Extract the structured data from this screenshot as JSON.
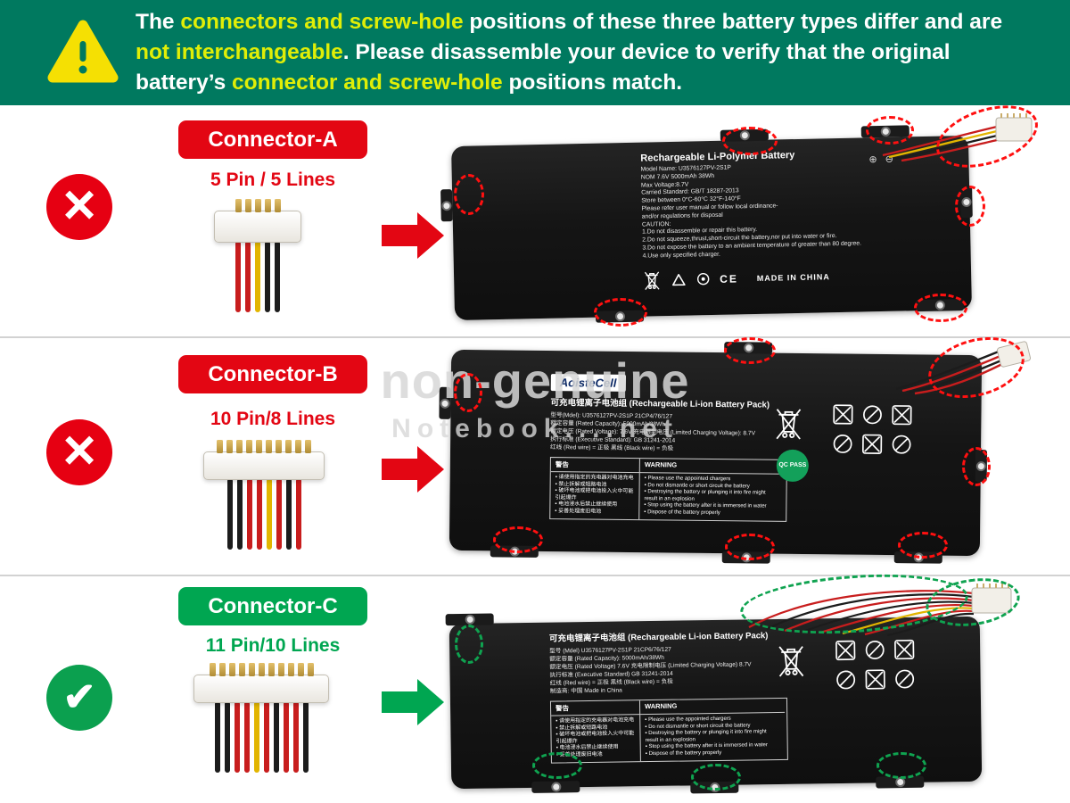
{
  "banner": {
    "bg_color": "#00795f",
    "highlight_color": "#e0ee07",
    "segments": [
      {
        "t": "The ",
        "hl": false
      },
      {
        "t": "connectors and screw-hole",
        "hl": true
      },
      {
        "t": " positions of these three battery types differ and are ",
        "hl": false
      },
      {
        "t": "not interchangeable",
        "hl": true
      },
      {
        "t": ". Please disassemble your device to verify that the original battery’s ",
        "hl": false
      },
      {
        "t": "connector and screw-hole",
        "hl": true
      },
      {
        "t": " positions match.",
        "hl": false
      }
    ]
  },
  "watermark": {
    "line1": "non-genuine",
    "line2": "Notebook....net"
  },
  "rows": [
    {
      "label": "Connector-A",
      "pins_label": "5 Pin / 5 Lines",
      "status": "not-compatible",
      "status_glyph": "×",
      "accent": "#e30613",
      "pin_count": 5,
      "wire_colors": [
        "#c81d1d",
        "#c81d1d",
        "#e2b500",
        "#1c1c1c",
        "#1c1c1c"
      ],
      "battery": {
        "title": "Rechargeable Li-Polymer Battery",
        "lines": [
          "Model Name: U3576127PV-2S1P",
          "NOM 7.6V 5000mAh 38Wh",
          "Max Voltage:8.7V",
          "Carried Standard: GB/T 18287-2013",
          "Store between 0°C-60°C 32°F-140°F",
          "Please refer user manual or follow local ordinance-",
          "and/or regulations for disposal",
          "CAUTION:",
          "1.Do not disassemble or repair this battery.",
          "2.Do not squeeze,thrust,short-circuit the battery,nor put into water or fire.",
          "3.Do not expose the battery to an ambient temperature of greater than 80 degree.",
          "4.Use only specified charger."
        ],
        "marks": "⊕ ⊖",
        "ce": "CE",
        "footer": "MADE IN CHINA"
      }
    },
    {
      "label": "Connector-B",
      "pins_label": "10 Pin/8 Lines",
      "status": "not-compatible",
      "status_glyph": "×",
      "accent": "#e30613",
      "pin_count": 10,
      "wire_colors": [
        "#1c1c1c",
        "#1c1c1c",
        "#c81d1d",
        "#c81d1d",
        "#e2b500",
        "#c81d1d",
        "#1c1c1c",
        "#c81d1d"
      ],
      "battery": {
        "brand": "AoisteCell",
        "title": "可充电锂离子电池组 (Rechargeable Li-ion Battery Pack)",
        "lines": [
          "型号(Mdel): U3576127PV-2S1P   21CP4/76/127",
          "额定容量 (Rated Capacity): 5000mAh/38Wh",
          "额定电压 (Rated Voltage): 7.6V  充电限制电压 (Limited Charging Voltage): 8.7V",
          "执行标准 (Executive Standard): GB 31241-2014",
          "红线 (Red wire) = 正极   黑线 (Black wire) = 负极"
        ],
        "qc": "QC PASS",
        "warning": {
          "header_cn": "警告",
          "header_en": "WARNING",
          "cn": [
            "请使用指定的充电器对电池充电",
            "禁止拆解或短路电池",
            "破坏电池或把电池投入火中可能引起爆炸",
            "电池浸水后禁止继续使用",
            "妥善处理废旧电池"
          ],
          "en": [
            "Please use the appointed chargers",
            "Do not dismantle or short circuit the battery",
            "Destroying the battery or plunging it into fire might result in an explosion",
            "Stop using the battery after it is immersed in water",
            "Dispose of the battery properly"
          ]
        }
      }
    },
    {
      "label": "Connector-C",
      "pins_label": "11 Pin/10 Lines",
      "status": "compatible",
      "status_glyph": "✔",
      "accent": "#00a651",
      "pin_count": 11,
      "wire_colors": [
        "#1c1c1c",
        "#1c1c1c",
        "#c81d1d",
        "#c81d1d",
        "#e2b500",
        "#c81d1d",
        "#1c1c1c",
        "#c81d1d",
        "#c81d1d",
        "#1c1c1c"
      ],
      "battery": {
        "title": "可充电锂离子电池组 (Rechargeable Li-ion Battery Pack)",
        "lines": [
          "型号 (Mdel) U3576127PV-2S1P   21CP6/76/127",
          "额定容量 (Rated Capacity): 5000mAh/38Wh",
          "额定电压 (Rated Voltage) 7.6V  充电限制电压 (Limited Charging Voltage) 8.7V",
          "执行标准 (Executive Standard) GB 31241-2014",
          "红线 (Red wire) = 正极   黑线 (Black wire) = 负极",
          "制造商: 中国   Made in China"
        ],
        "warning": {
          "header_cn": "警告",
          "header_en": "WARNING",
          "cn": [
            "请使用指定的充电器对电池充电",
            "禁止拆解或短路电池",
            "破坏电池或把电池投入火中可能引起爆炸",
            "电池浸水后禁止继续使用",
            "妥善处理废旧电池"
          ],
          "en": [
            "Please use the appointed chargers",
            "Do not dismantle or short circuit the battery",
            "Destroying the battery or plunging it into fire might result in an explosion",
            "Stop using the battery after it is immersed in water",
            "Dispose of the battery properly"
          ]
        }
      }
    }
  ]
}
